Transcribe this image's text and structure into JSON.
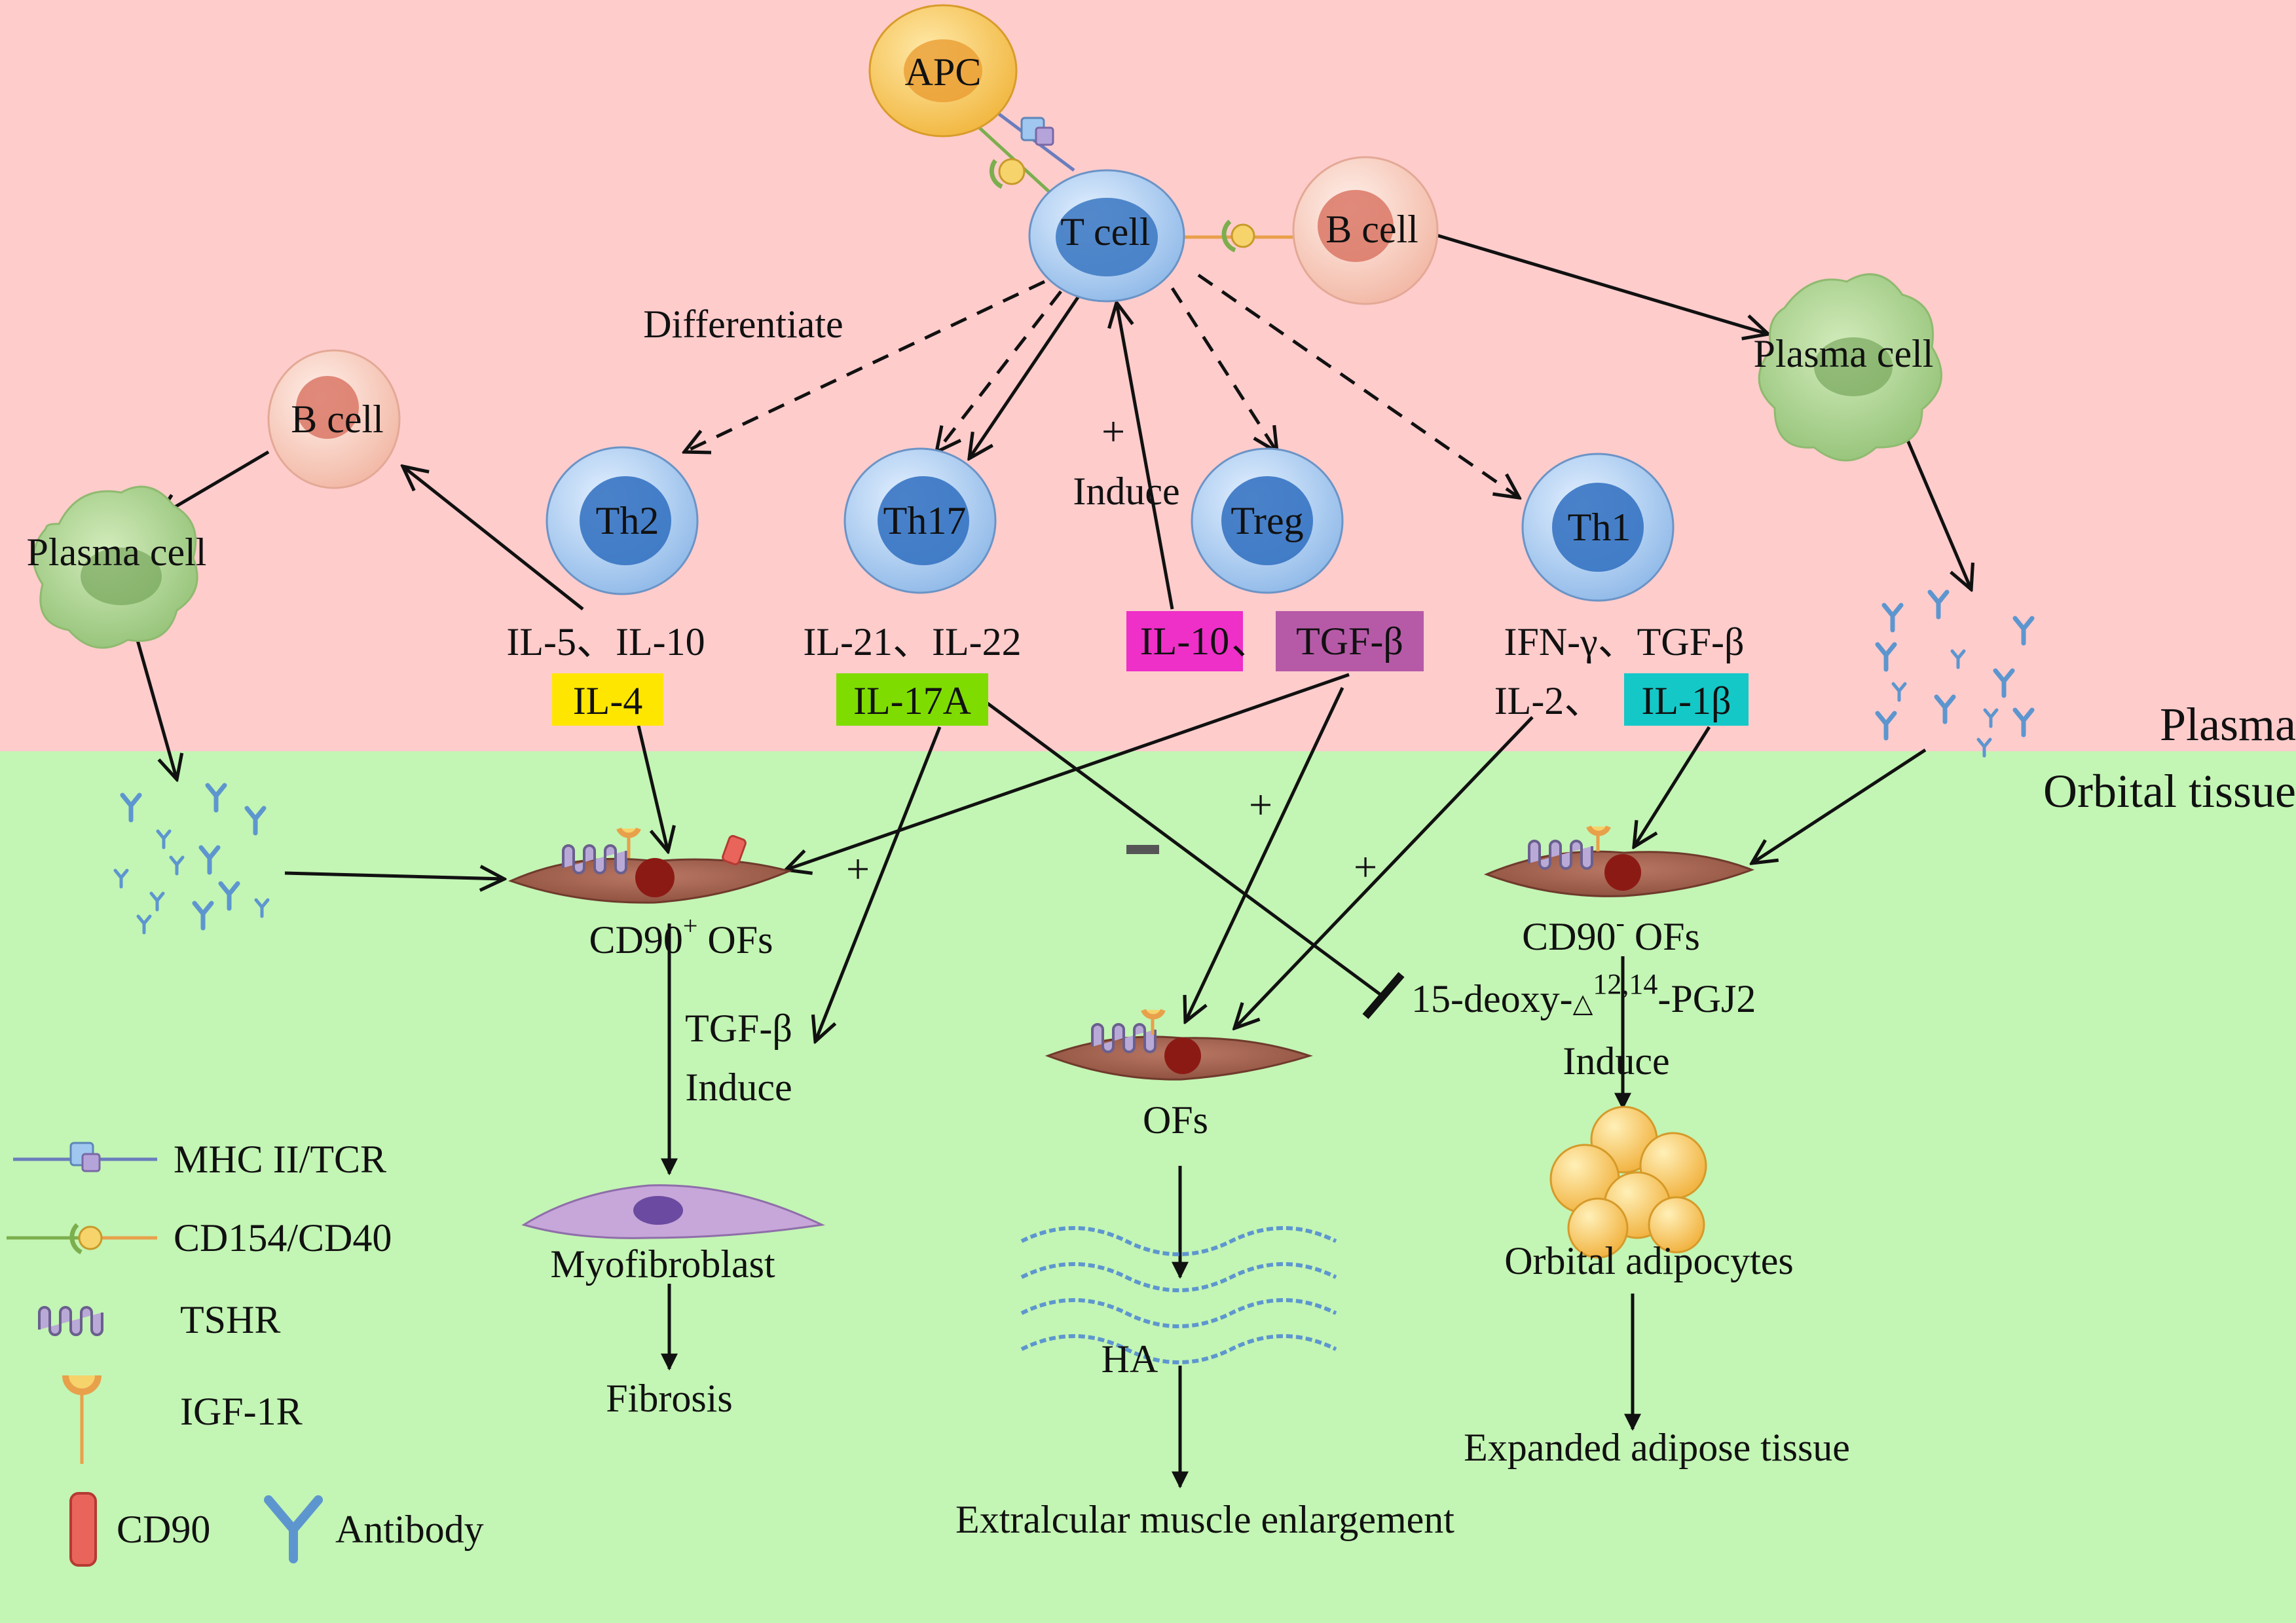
{
  "colors": {
    "plasma_bg": "#ffcccc",
    "orbital_bg": "#c3f5b4",
    "il4": "#ffe600",
    "il17a": "#7fdc00",
    "il10": "#ee2fc8",
    "tgfb": "#b65aa8",
    "il1b": "#14c8c8",
    "t_cell": "#a8cdf0",
    "b_cell": "#f6c0ae",
    "apc": "#f5bf50",
    "plasma_cell": "#a9cf8a",
    "fibroblast": "#9c5a48",
    "myofibroblast": "#c7a7d9",
    "adipocyte": "#f7c45a",
    "antibody": "#5d96cf"
  },
  "regions": {
    "plasma": "Plasma",
    "orbital": "Orbital tissue"
  },
  "cells": {
    "apc": "APC",
    "t_cell": "T cell",
    "b_cell_top": "B cell",
    "b_cell_left": "B cell",
    "plasma_cell_right": "Plasma cell",
    "plasma_cell_left": "Plasma cell",
    "th2": "Th2",
    "th17": "Th17",
    "treg": "Treg",
    "th1": "Th1"
  },
  "cytokines": {
    "th2_secretes": "IL-5、IL-10",
    "il4": "IL-4",
    "th17_secretes": "IL-21、IL-22",
    "il17a": "IL-17A",
    "il10": "IL-10",
    "separator": "、",
    "tgfb": "TGF-β",
    "th1_line1": "IFN-γ、TGF-β",
    "th1_line2": "IL-2、",
    "il1b": "IL-1β"
  },
  "labels": {
    "differentiate": "Differentiate",
    "plus_induce_sign": "+",
    "induce_top": "Induce",
    "plus_1": "+",
    "plus_2": "+",
    "plus_3": "+",
    "minus": "−",
    "cd90pos_ofs": "CD90",
    "cd90pos_sup": "+",
    "cd90pos_suffix": " OFs",
    "cd90neg_ofs": "CD90",
    "cd90neg_sup": "-",
    "cd90neg_suffix": " OFs",
    "pgj2_prefix": "15-deoxy-",
    "pgj2_delta": "△",
    "pgj2_sup": "12,14",
    "pgj2_suffix": "-PGJ2",
    "induce_pgj2": "Induce",
    "tgfb_induce_1": "TGF-β",
    "tgfb_induce_2": "Induce",
    "ofs": "OFs",
    "myofibroblast": "Myofibroblast",
    "fibrosis": "Fibrosis",
    "ha": "HA",
    "muscle": "Extralcular muscle enlargement",
    "adipocytes": "Orbital adipocytes",
    "adipose": "Expanded adipose tissue"
  },
  "legend": {
    "mhc_tcr": "MHC II/TCR",
    "cd154_cd40": "CD154/CD40",
    "tshr": "TSHR",
    "igf1r": "IGF-1R",
    "cd90": "CD90",
    "antibody": "Antibody"
  }
}
